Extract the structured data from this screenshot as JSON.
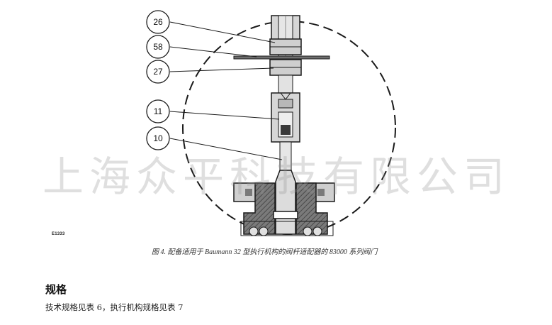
{
  "figure": {
    "callouts": [
      "26",
      "58",
      "27",
      "11",
      "10"
    ],
    "figure_id": "E1333",
    "caption": "图 4. 配备适用于 Baumann 32 型执行机构的阀杆适配器的 83000 系列阀门"
  },
  "watermark": "上海众平科技有限公司",
  "section": {
    "heading": "规格",
    "body": "技术规格见表 6，执行机构规格见表 7"
  },
  "colors": {
    "part_fill": "#d8d8d8",
    "dark_fill": "#6f6f6f",
    "hatch": "#555555",
    "line": "#1a1a1a"
  }
}
